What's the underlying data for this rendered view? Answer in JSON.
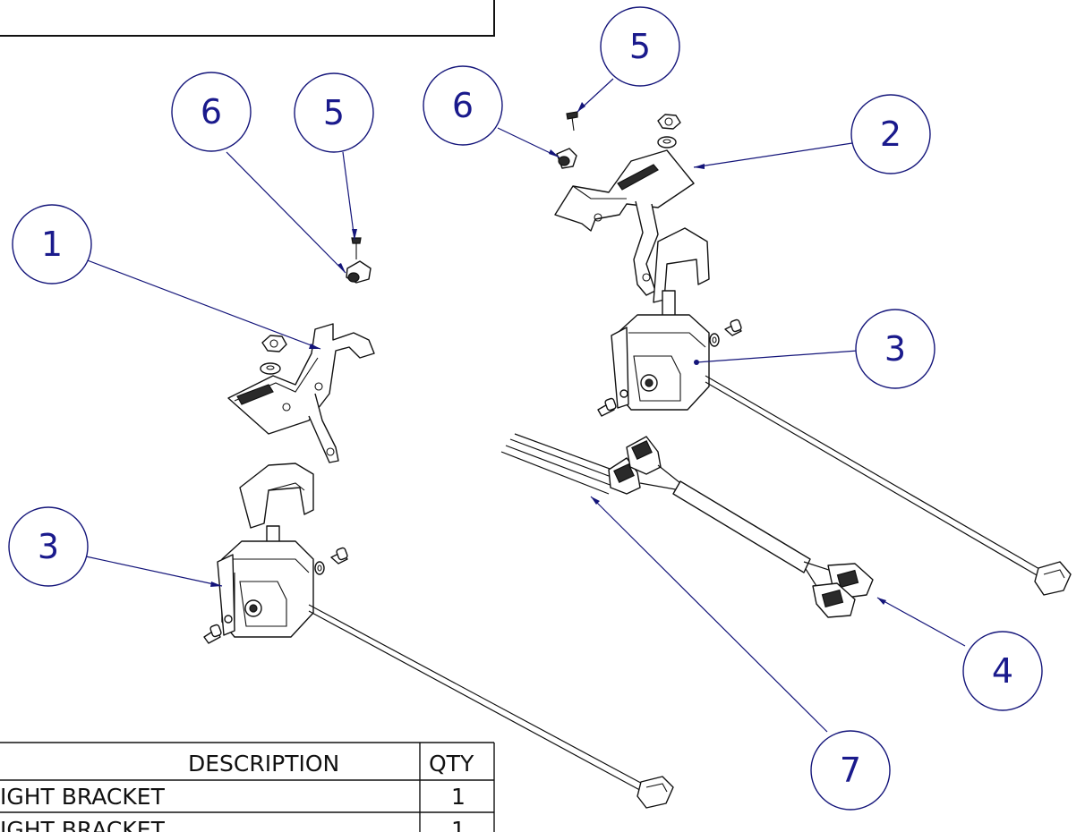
{
  "balloons": [
    {
      "id": "balloon-1",
      "label": "1"
    },
    {
      "id": "balloon-2",
      "label": "2"
    },
    {
      "id": "balloon-3-left",
      "label": "3"
    },
    {
      "id": "balloon-3-right",
      "label": "3"
    },
    {
      "id": "balloon-4",
      "label": "4"
    },
    {
      "id": "balloon-5-left",
      "label": "5"
    },
    {
      "id": "balloon-5-right",
      "label": "5"
    },
    {
      "id": "balloon-6-left",
      "label": "6"
    },
    {
      "id": "balloon-6-right",
      "label": "6"
    },
    {
      "id": "balloon-7",
      "label": "7"
    }
  ],
  "bom": {
    "headers": {
      "description": "DESCRIPTION",
      "qty": "QTY"
    },
    "rows": [
      {
        "description": "IGHT BRACKET",
        "qty": "1"
      },
      {
        "description": "IGHT BRACKET",
        "qty": "1"
      }
    ]
  },
  "colors": {
    "balloon": "#1a1a8c",
    "line": "#111111"
  }
}
